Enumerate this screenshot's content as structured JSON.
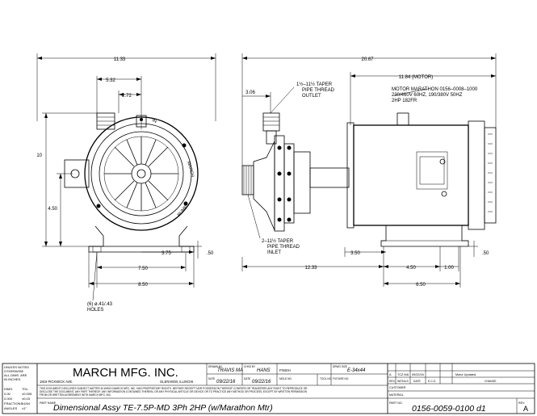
{
  "front_view": {
    "dims": {
      "overall_width": "11.33",
      "to_discharge": "5.32",
      "to_center": "2.72",
      "height": "10",
      "shaft_height": "4.50",
      "foot_offset": "3.75",
      "foot_thickness": ".50",
      "bolt_spacing": "7.50",
      "base_width": "8.50"
    },
    "holes_note": [
      "(6) ø.41/.43",
      "HOLES"
    ],
    "label_top": "IN",
    "label_right": "MARCH",
    "label_bottom": "PUMP"
  },
  "side_view": {
    "dims": {
      "overall_length": "20.67",
      "motor_length": "11.84 (MOTOR)",
      "outlet_offset": "3.06",
      "pump_length": "12.33",
      "foot_left": "3.50",
      "foot_span": "4.50",
      "foot_right": "1.00",
      "foot_thickness": ".50",
      "base_length": "6.50"
    },
    "outlet_note": [
      "1½–11½ TAPER",
      "PIPE THREAD",
      "OUTLET"
    ],
    "inlet_note": [
      "2–11½ TAPER",
      "PIPE THREAD",
      "INLET"
    ],
    "motor_note": [
      "MOTOR MARATHON 0156–0008–1000",
      "230/460V 60HZ, 190/380V 50HZ",
      "2HP 182FR"
    ]
  },
  "title_block": {
    "tolerance_header": [
      "UNLESS NOTED",
      "OTHERWISE",
      "ALL DIMS. ARE",
      "IN INCHES."
    ],
    "tol_header": [
      "DIMS.",
      "TOL."
    ],
    "tol_rows": [
      [
        "0.00",
        "±0.005"
      ],
      [
        "0.000",
        "±0.03"
      ],
      [
        "FRACTIONS",
        "±1/64"
      ],
      [
        "ANGLES",
        "±1°"
      ]
    ],
    "company_name": "MARCH MFG. INC.",
    "address": "1819 PICKWICK AVE.",
    "city": "GLENVIEW, ILLINOIS",
    "disclaimer": [
      "THIS DOCUMENT DISCLOSES SUBJECT MATTER IN WHICH MARCH MFG. INC. HAS PROPRIETARY RIGHTS. NEITHER RECEIPT NOR POSSESSION THEREOF CONFERS OR TRANSFERS ANY RIGHT TO REPRODUCE OR",
      "DISCLOSE THE DOCUMENT, ANY PART THEREOF, ANY INFORMATION CONTAINED THEREIN, OR ANY PHYSICAL ARTICLE OR DEVICE OR TO PRACTICE ANY METHOD OR PROCESS, EXCEPT BY WRITTEN PERMISSION",
      "FROM OR WRITTEN AGREEMENT WITH MARCH MFG. INC."
    ],
    "drawn_label": "DRAWN BY",
    "drawn_by": "TRAVIS MA",
    "chkd_label": "CHKD BY",
    "chkd_by": "HANS",
    "finish_label": "FINISH",
    "dwg_size_label": "DRWG SIZE",
    "dwg_size": "E-34x44",
    "date_label": "DATE",
    "date_drawn": "09/22/16",
    "date_chkd": "09/22/16",
    "mold_label": "MOLD NO.",
    "tool_label": "TOOL NO.",
    "fixture_label": "FIXTURE NO.",
    "part_name_label": "PART NAME",
    "part_name": "Dimensional Assy TE-7.5P-MD 3Ph 2HP (w/Marathon Mtr)",
    "rev_table": {
      "row": [
        "A",
        "TCZ MA",
        "09/22/16",
        "",
        "Motor Updated."
      ],
      "headers": [
        "REV.",
        "INITIALS",
        "DATE",
        "E.C.O.",
        "CHANGE"
      ]
    },
    "customer_label": "CUSTOMER",
    "material_label": "MATERIAL",
    "part_no_label": "PART NO.",
    "part_no": "0156-0059-0100 d1",
    "rev_label": "REV.",
    "rev": "A"
  }
}
